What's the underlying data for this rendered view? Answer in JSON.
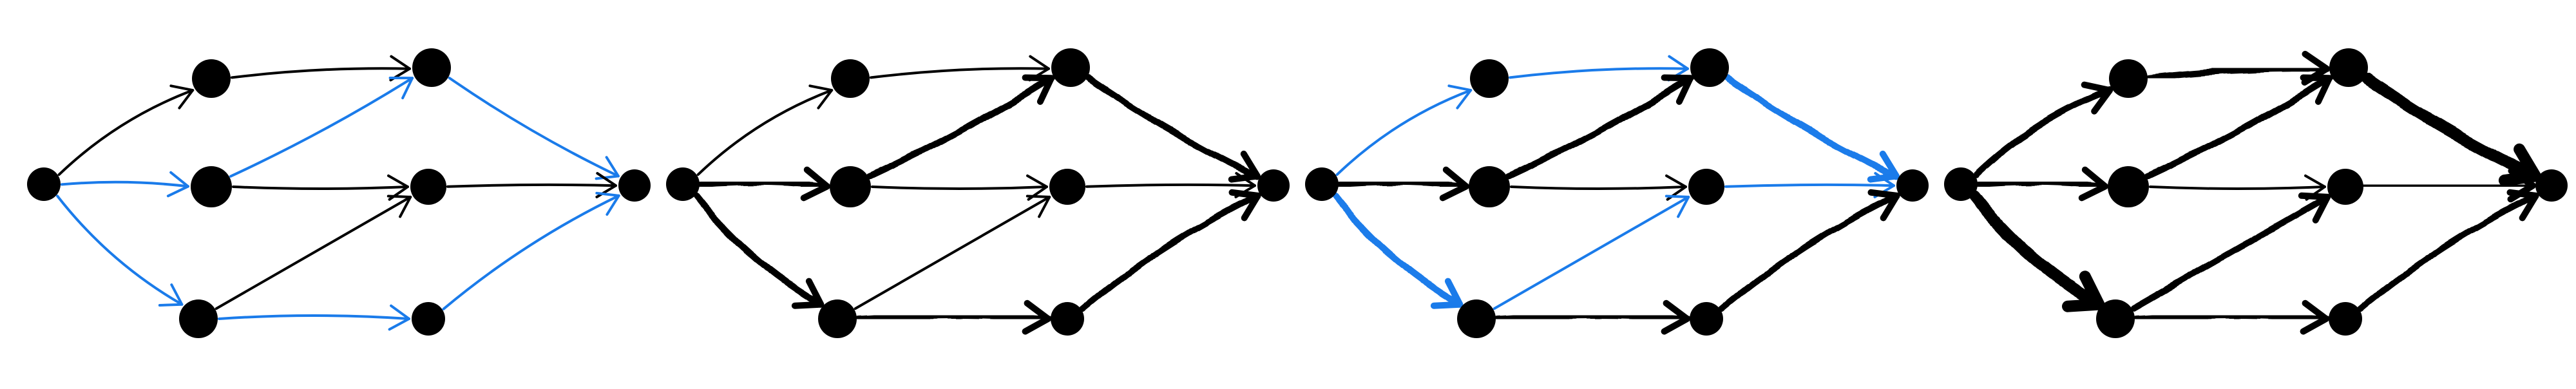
{
  "colors": {
    "black": "#000000",
    "blue": "#1a7bea",
    "background": "#ffffff"
  },
  "panels": [
    {
      "name": "panel-1",
      "edges": [
        {
          "from": "s",
          "to": "a1",
          "color": "black",
          "weight": 1
        },
        {
          "from": "s",
          "to": "b1",
          "color": "blue",
          "weight": 1
        },
        {
          "from": "s",
          "to": "c1",
          "color": "blue",
          "weight": 1
        },
        {
          "from": "a1",
          "to": "a2",
          "color": "black",
          "weight": 1
        },
        {
          "from": "b1",
          "to": "b2",
          "color": "black",
          "weight": 1
        },
        {
          "from": "b1",
          "to": "a2",
          "color": "blue",
          "weight": 1
        },
        {
          "from": "c1",
          "to": "b2",
          "color": "black",
          "weight": 1
        },
        {
          "from": "c1",
          "to": "c2",
          "color": "blue",
          "weight": 1
        },
        {
          "from": "a2",
          "to": "t",
          "color": "blue",
          "weight": 1
        },
        {
          "from": "b2",
          "to": "t",
          "color": "black",
          "weight": 1
        },
        {
          "from": "c2",
          "to": "t",
          "color": "blue",
          "weight": 1
        }
      ]
    },
    {
      "name": "panel-2",
      "edges": [
        {
          "from": "s",
          "to": "a1",
          "color": "black",
          "weight": 1
        },
        {
          "from": "s",
          "to": "b1",
          "color": "black",
          "weight": 2
        },
        {
          "from": "s",
          "to": "c1",
          "color": "black",
          "weight": 2
        },
        {
          "from": "a1",
          "to": "a2",
          "color": "black",
          "weight": 1
        },
        {
          "from": "b1",
          "to": "b2",
          "color": "black",
          "weight": 1
        },
        {
          "from": "b1",
          "to": "a2",
          "color": "black",
          "weight": 2
        },
        {
          "from": "c1",
          "to": "b2",
          "color": "black",
          "weight": 1
        },
        {
          "from": "c1",
          "to": "c2",
          "color": "black",
          "weight": 2
        },
        {
          "from": "a2",
          "to": "t",
          "color": "black",
          "weight": 2
        },
        {
          "from": "b2",
          "to": "t",
          "color": "black",
          "weight": 1
        },
        {
          "from": "c2",
          "to": "t",
          "color": "black",
          "weight": 2
        }
      ]
    },
    {
      "name": "panel-3",
      "edges": [
        {
          "from": "s",
          "to": "a1",
          "color": "blue",
          "weight": 1
        },
        {
          "from": "s",
          "to": "b1",
          "color": "black",
          "weight": 2
        },
        {
          "from": "s",
          "to": "c1",
          "color": "blue",
          "weight": 2
        },
        {
          "from": "a1",
          "to": "a2",
          "color": "blue",
          "weight": 1
        },
        {
          "from": "b1",
          "to": "b2",
          "color": "black",
          "weight": 1
        },
        {
          "from": "b1",
          "to": "a2",
          "color": "black",
          "weight": 2
        },
        {
          "from": "c1",
          "to": "b2",
          "color": "blue",
          "weight": 1
        },
        {
          "from": "c1",
          "to": "c2",
          "color": "black",
          "weight": 2
        },
        {
          "from": "a2",
          "to": "t",
          "color": "blue",
          "weight": 2
        },
        {
          "from": "b2",
          "to": "t",
          "color": "blue",
          "weight": 1
        },
        {
          "from": "c2",
          "to": "t",
          "color": "black",
          "weight": 2
        }
      ]
    },
    {
      "name": "panel-4",
      "edges": [
        {
          "from": "s",
          "to": "a1",
          "color": "black",
          "weight": 2
        },
        {
          "from": "s",
          "to": "b1",
          "color": "black",
          "weight": 2
        },
        {
          "from": "s",
          "to": "c1",
          "color": "black",
          "weight": 3
        },
        {
          "from": "a1",
          "to": "a2",
          "color": "black",
          "weight": 2
        },
        {
          "from": "b1",
          "to": "b2",
          "color": "black",
          "weight": 1
        },
        {
          "from": "b1",
          "to": "a2",
          "color": "black",
          "weight": 2
        },
        {
          "from": "c1",
          "to": "b2",
          "color": "black",
          "weight": 2
        },
        {
          "from": "c1",
          "to": "c2",
          "color": "black",
          "weight": 2
        },
        {
          "from": "a2",
          "to": "t",
          "color": "black",
          "weight": 3
        },
        {
          "from": "b2",
          "to": "t",
          "color": "black",
          "weight": 2
        },
        {
          "from": "c2",
          "to": "t",
          "color": "black",
          "weight": 2
        }
      ]
    }
  ]
}
